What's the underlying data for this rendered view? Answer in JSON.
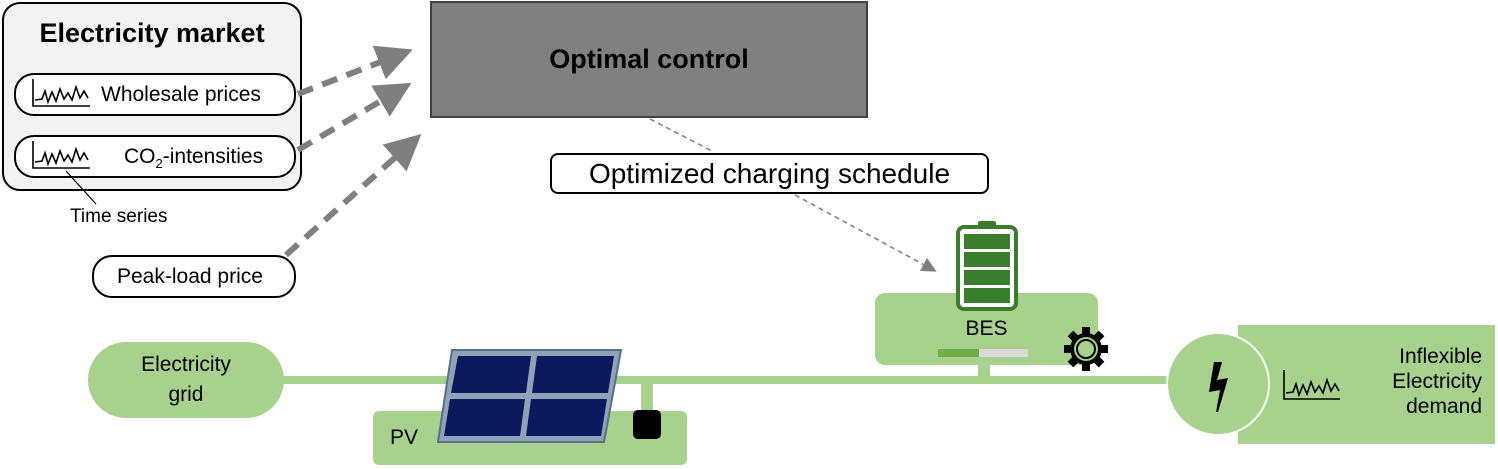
{
  "market": {
    "title": "Electricity market",
    "wholesale_label": "Wholesale prices",
    "co2_prefix": "CO",
    "co2_sub": "2",
    "co2_suffix": "-intensities"
  },
  "time_series_label": "Time series",
  "peak_load_label": "Peak-load price",
  "optimal_control": "Optimal control",
  "schedule_label": "Optimized charging schedule",
  "grid_label_line1": "Electricity",
  "grid_label_line2": "grid",
  "pv_label": "PV",
  "bes_label": "BES",
  "bes_state_of_charge": 0.45,
  "demand": {
    "line1": "Inflexible",
    "line2": "Electricity",
    "line3": "demand"
  },
  "icons": {
    "timeseries": "timeseries-chart-icon",
    "battery": "battery-icon",
    "gear": "gear-icon",
    "lightning": "lightning-icon",
    "solar": "solar-panel-icon",
    "inverter": "inverter-icon"
  },
  "colors": {
    "green_fill": "#a9d18e",
    "battery_green": "#3a7d2f",
    "optimal_gray": "#808080",
    "panel_blue": "#0a1a5c",
    "panel_frame": "#8fa3b8",
    "arrow_gray": "#7f7f7f"
  }
}
